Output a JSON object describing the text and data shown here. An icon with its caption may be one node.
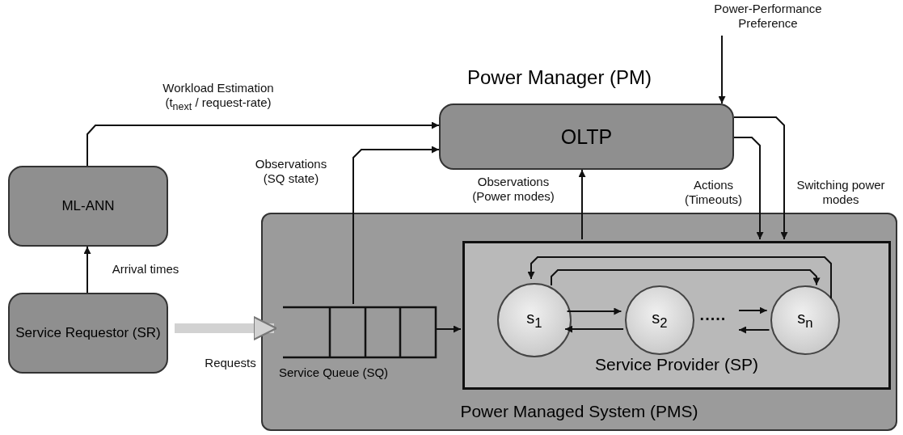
{
  "diagram": {
    "nodes": [
      {
        "text": [
          "Power Managed System (PMS)"
        ]
      },
      {
        "text": [
          "Service Queue (SQ)"
        ],
        "in": 0
      },
      {
        "text": [
          "Service Provider (SP)"
        ],
        "in": 0
      },
      {
        "text": [
          "s$_{1}$"
        ],
        "in": 2
      },
      {
        "text": [
          "s$_{2}$"
        ],
        "in": 2
      },
      {
        "text": [
          "s$_{n}$"
        ],
        "in": 2
      },
      {
        "text": [
          "Power Manager (PM)",
          "OLTP"
        ]
      },
      {
        "text": [
          "ML-ANN"
        ]
      },
      {
        "text": [
          "Service Requestor (SR)"
        ]
      }
    ],
    "edges": [
      {
        "from": 8,
        "to": 7,
        "arrow": "to",
        "label": "Arrival times"
      },
      {
        "from": 8,
        "to": 1,
        "arrow": "to",
        "label": "Requests",
        "style": "thick",
        "color": "#d2d2d2"
      },
      {
        "from": 7,
        "to": 6,
        "arrow": "to",
        "label": "Workload Estimation (t$_{next}$ / request-rate)"
      },
      {
        "from": 1,
        "to": 6,
        "arrow": "to",
        "label": "Observations (SQ state)"
      },
      {
        "from": 2,
        "to": 6,
        "arrow": "to",
        "label": "Observations (Power modes)"
      },
      {
        "from": 6,
        "to": 2,
        "arrow": "to",
        "label": "Actions (Timeouts)"
      },
      {
        "from": 6,
        "to": 2,
        "arrow": "to",
        "label": "Switching power modes"
      },
      {
        "from": null,
        "to": 6,
        "arrow": "to",
        "label": "Power-Performance Preference"
      },
      {
        "from": 1,
        "to": 2,
        "arrow": "to"
      },
      {
        "from": 3,
        "to": 4,
        "arrow": "to"
      },
      {
        "from": 4,
        "to": 3,
        "arrow": "to"
      },
      {
        "from": null,
        "to": 5,
        "arrow": "to"
      },
      {
        "from": 5,
        "to": null,
        "arrow": "to"
      },
      {
        "from": 3,
        "to": 5,
        "arrow": "to"
      },
      {
        "from": 5,
        "to": 3,
        "arrow": "to"
      }
    ],
    "labels": [
      "....."
    ]
  }
}
